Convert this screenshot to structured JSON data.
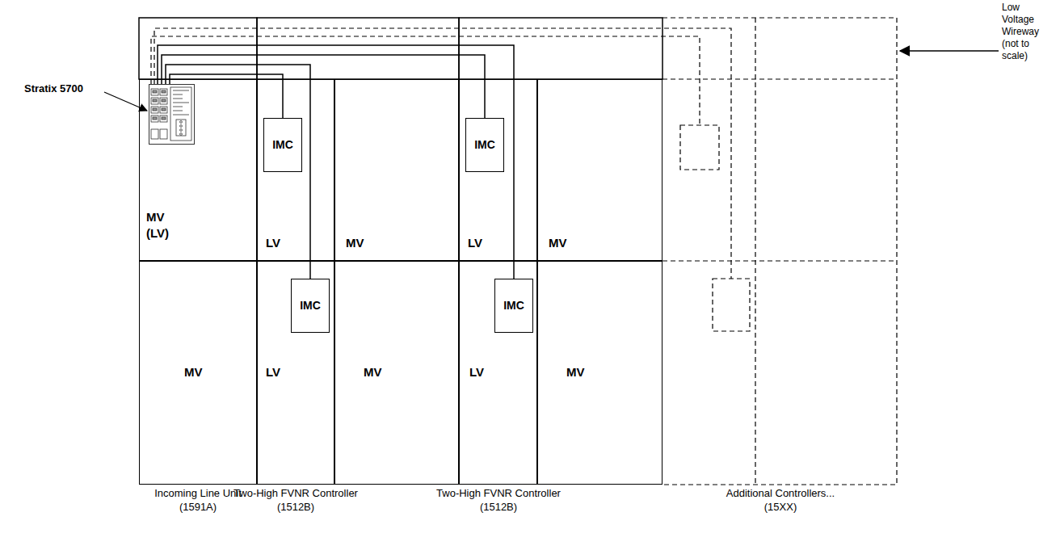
{
  "diagram": {
    "nodes": [
      {
        "text": [
          "MV (LV)"
        ]
      },
      {
        "text": [
          "Stratix 5700"
        ],
        "in": 0
      },
      {
        "text": [
          "LV"
        ]
      },
      {
        "text": [
          "IMC"
        ],
        "in": 2
      },
      {
        "text": [
          "MV"
        ]
      },
      {
        "text": [
          "LV"
        ]
      },
      {
        "text": [
          "IMC"
        ],
        "in": 5
      },
      {
        "text": [
          "MV"
        ]
      },
      {
        "text": [
          "MV"
        ]
      },
      {
        "text": [
          "LV"
        ]
      },
      {
        "text": [
          "IMC"
        ],
        "in": 9
      },
      {
        "text": [
          "MV"
        ]
      },
      {
        "text": [
          "LV"
        ]
      },
      {
        "text": [
          "IMC"
        ],
        "in": 12
      },
      {
        "text": [
          "MV"
        ]
      }
    ],
    "edges": [
      {
        "from": 1,
        "to": 3,
        "arrow": "none"
      },
      {
        "from": 1,
        "to": 10,
        "arrow": "none"
      },
      {
        "from": 1,
        "to": 6,
        "arrow": "none"
      },
      {
        "from": 1,
        "to": 13,
        "arrow": "none"
      }
    ],
    "labels": [
      "Low Voltage Wireway (not to scale)",
      "Incoming Line Unit (1591A)",
      "Two-High FVNR Controller (1512B)",
      "Two-High FVNR Controller (1512B)",
      "Additional Controllers... (15XX)"
    ]
  }
}
